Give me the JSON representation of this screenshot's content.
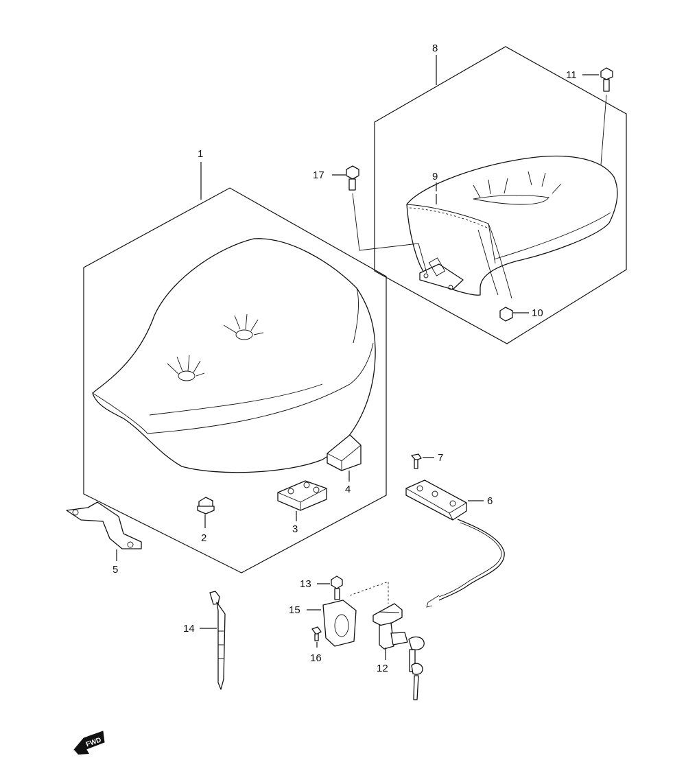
{
  "callouts": [
    {
      "id": "c1",
      "label": "1"
    },
    {
      "id": "c2",
      "label": "2"
    },
    {
      "id": "c3",
      "label": "3"
    },
    {
      "id": "c4",
      "label": "4"
    },
    {
      "id": "c5",
      "label": "5"
    },
    {
      "id": "c6",
      "label": "6"
    },
    {
      "id": "c7",
      "label": "7"
    },
    {
      "id": "c8",
      "label": "8"
    },
    {
      "id": "c9",
      "label": "9"
    },
    {
      "id": "c10",
      "label": "10"
    },
    {
      "id": "c11",
      "label": "11"
    },
    {
      "id": "c12",
      "label": "12"
    },
    {
      "id": "c13",
      "label": "13"
    },
    {
      "id": "c14",
      "label": "14"
    },
    {
      "id": "c15",
      "label": "15"
    },
    {
      "id": "c16",
      "label": "16"
    },
    {
      "id": "c17",
      "label": "17"
    }
  ],
  "forward_arrow": {
    "label": "FWD"
  }
}
